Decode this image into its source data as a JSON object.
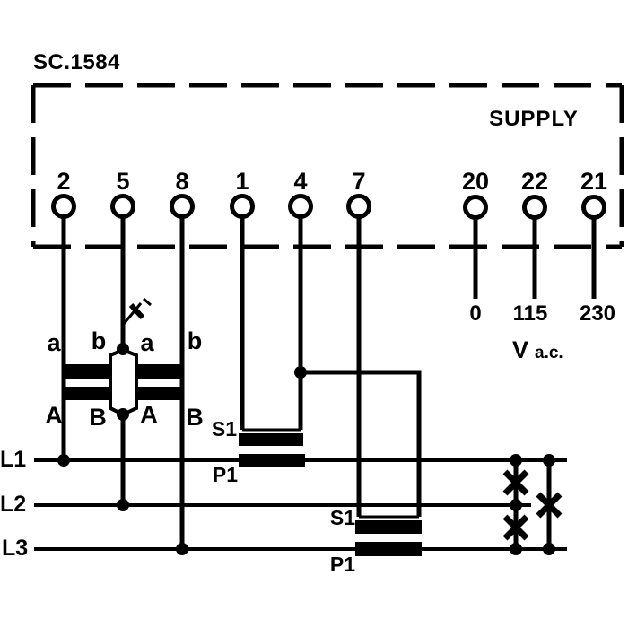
{
  "title": "SC.1584",
  "supply_label": "SUPPLY",
  "terminals": [
    "2",
    "5",
    "8",
    "1",
    "4",
    "7",
    "20",
    "22",
    "21"
  ],
  "voltage_taps": [
    "0",
    "115",
    "230"
  ],
  "voltage_unit": {
    "symbol": "V",
    "qualifier": "a.c."
  },
  "vt_secondary_labels": [
    "a",
    "b",
    "a",
    "b"
  ],
  "vt_primary_labels": [
    "A",
    "B",
    "A",
    "B"
  ],
  "ct_line1": {
    "secondary": "S1",
    "primary": "P1"
  },
  "ct_line3": {
    "secondary": "S1",
    "primary": "P1"
  },
  "phase_lines": [
    "L1",
    "L2",
    "L3"
  ],
  "colors": {
    "ink": "#000000",
    "background": "#ffffff"
  }
}
